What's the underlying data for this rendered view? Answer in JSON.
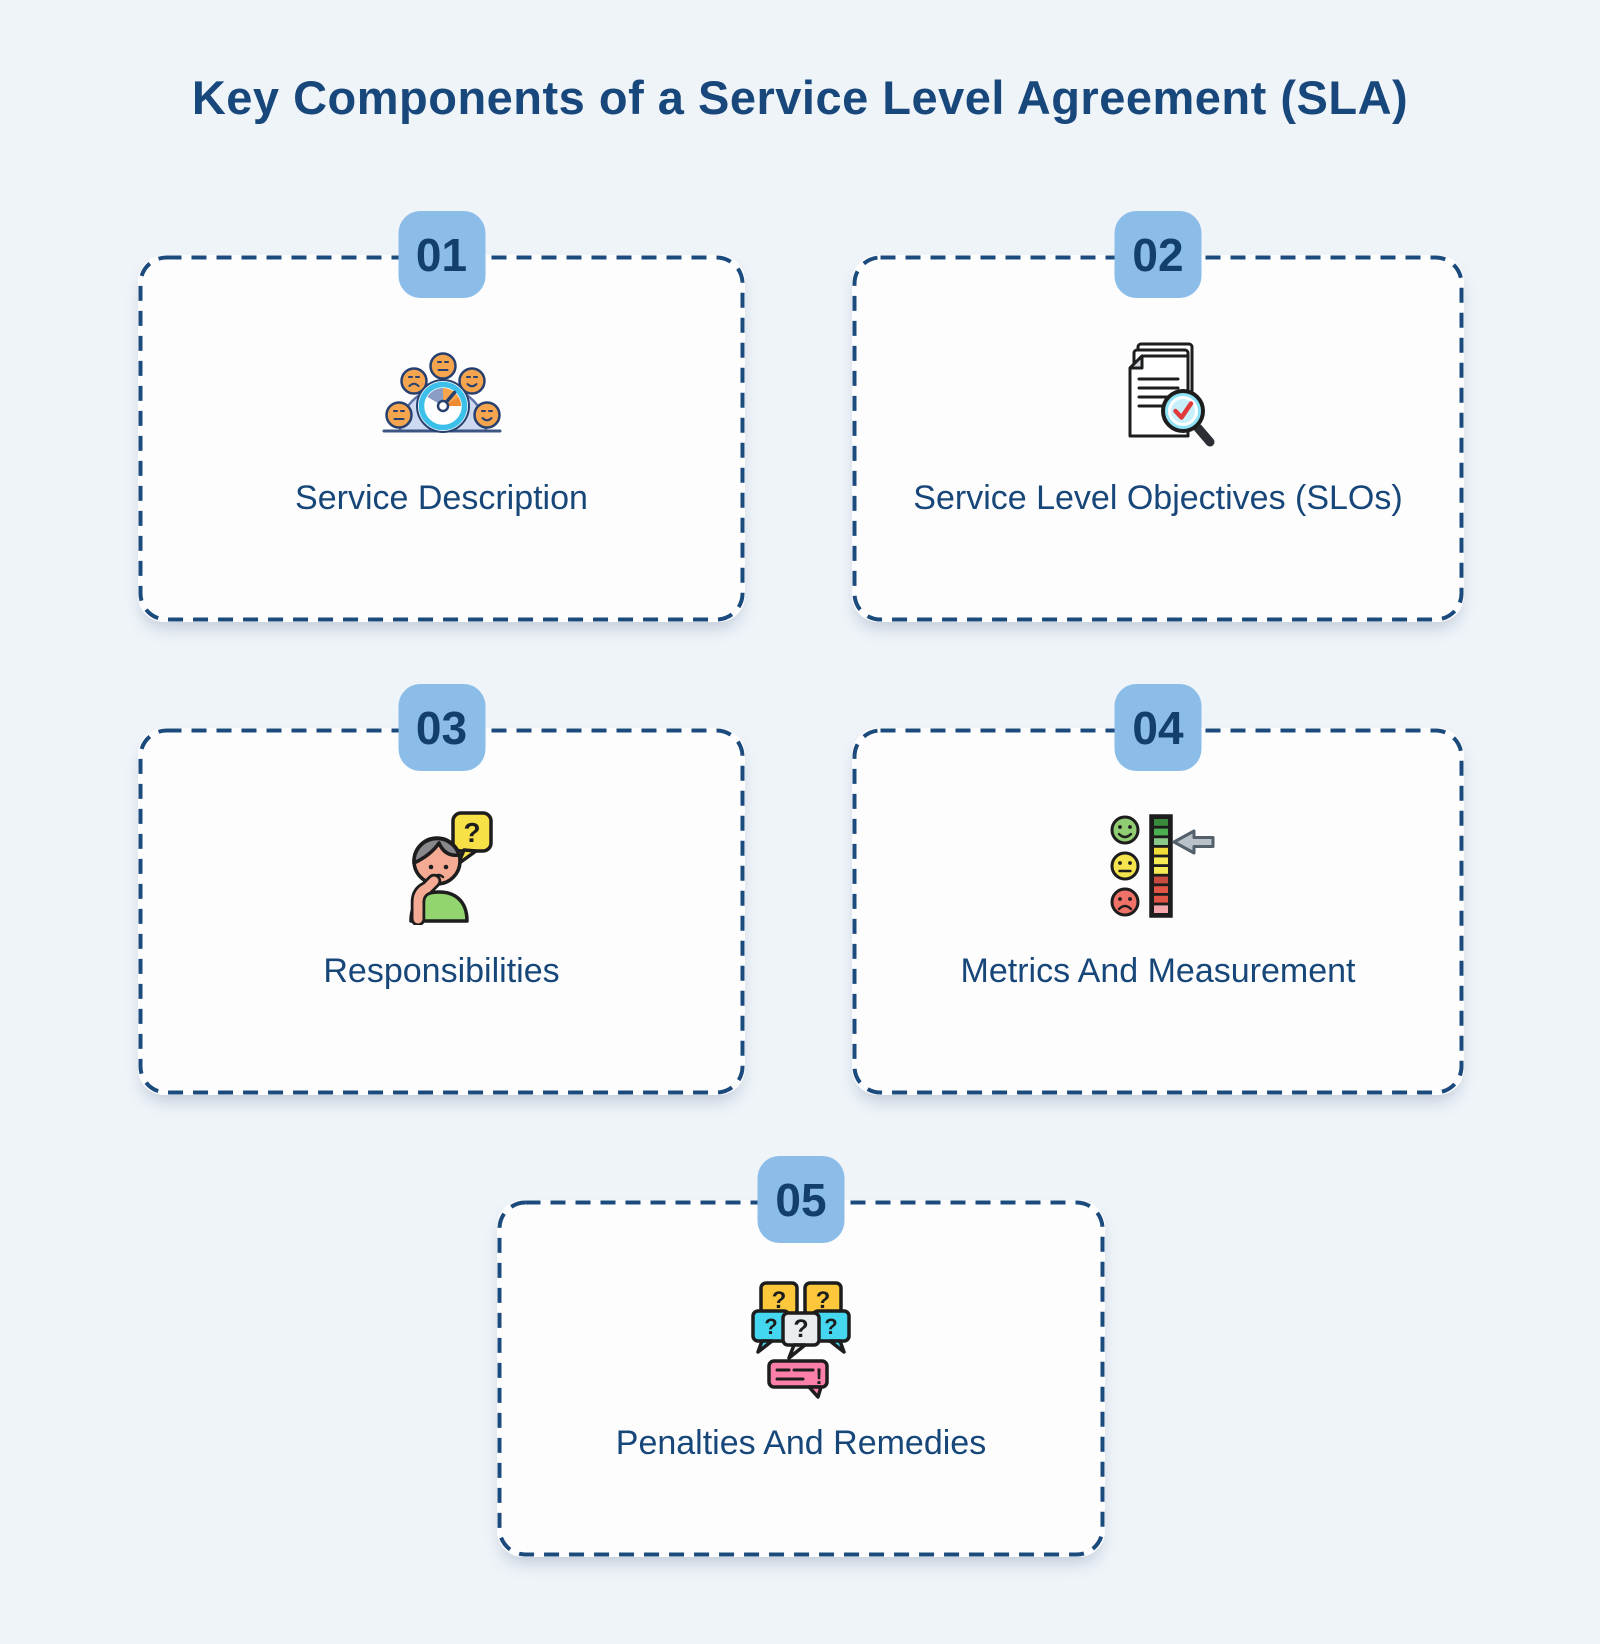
{
  "page": {
    "title": "Key Components of a Service Level Agreement (SLA)",
    "background_color": "#eff4f9"
  },
  "colors": {
    "navy_text": "#174679",
    "badge_blue": "#8cbde9",
    "card_border_dash": "#1b4a7d",
    "card_background": "#fdfdfe"
  },
  "cards": [
    {
      "number": "01",
      "label": "Service Description",
      "icon": "satisfaction-gauge-icon"
    },
    {
      "number": "02",
      "label": "Service Level Objectives (SLOs)",
      "icon": "documents-check-magnifier-icon"
    },
    {
      "number": "03",
      "label": "Responsibilities",
      "icon": "thinking-person-question-icon"
    },
    {
      "number": "04",
      "label": "Metrics And Measurement",
      "icon": "smiley-rating-scale-icon"
    },
    {
      "number": "05",
      "label": "Penalties And Remedies",
      "icon": "question-chat-bubbles-icon"
    }
  ]
}
